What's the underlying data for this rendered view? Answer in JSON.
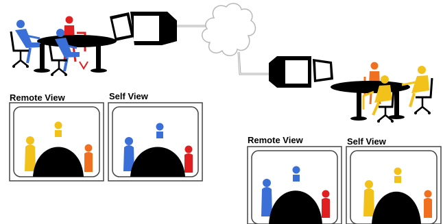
{
  "site_a": {
    "remote_view_label": "Remote View",
    "self_view_label": "Self View"
  },
  "site_b": {
    "remote_view_label": "Remote View",
    "self_view_label": "Self View"
  },
  "colors": {
    "blue": "#3a6fd8",
    "red": "#e02020",
    "orange": "#f07020",
    "yellow": "#f2c21a",
    "table": "#000000",
    "line": "#a8a8a8"
  },
  "icons": [
    "monitor-icon",
    "cloud-icon",
    "person-icon",
    "chair-icon",
    "table-icon"
  ]
}
